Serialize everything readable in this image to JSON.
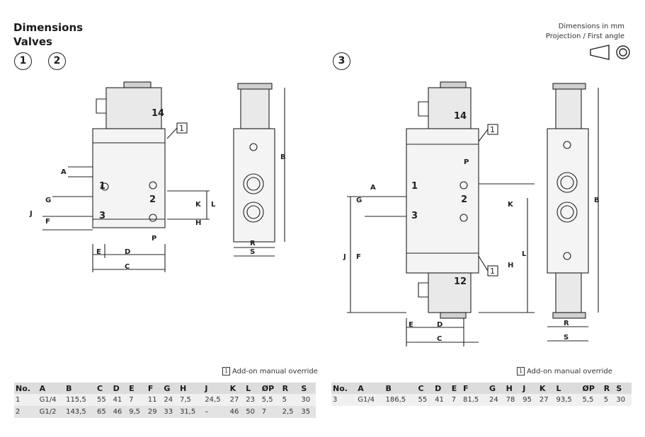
{
  "header": {
    "title_line1": "Dimensions",
    "title_line2": "Valves",
    "badges_left": [
      "1",
      "2"
    ],
    "badge_right": "3",
    "info_line1": "Dimensions in mm",
    "info_line2": "Projection / First angle"
  },
  "drawing_left": {
    "coil_label": "14",
    "callout": "1",
    "ports": [
      "1",
      "2",
      "3"
    ],
    "dims": [
      "A",
      "G",
      "J",
      "F",
      "E",
      "D",
      "C",
      "P",
      "K",
      "L",
      "H",
      "B",
      "R",
      "S"
    ]
  },
  "drawing_right": {
    "coil_top_label": "14",
    "coil_bottom_label": "12",
    "callouts": [
      "1",
      "1"
    ],
    "ports": [
      "1",
      "2",
      "3"
    ],
    "dims": [
      "A",
      "G",
      "J",
      "F",
      "E",
      "D",
      "C",
      "P",
      "K",
      "L",
      "H",
      "B",
      "R",
      "S"
    ]
  },
  "note_left": {
    "box": "1",
    "text": "Add-on manual override"
  },
  "note_right": {
    "box": "1",
    "text": "Add-on manual override"
  },
  "table_left": {
    "headers": [
      "No.",
      "A",
      "B",
      "C",
      "D",
      "E",
      "F",
      "G",
      "H",
      "J",
      "K",
      "L",
      "ØP",
      "R",
      "S"
    ],
    "rows": [
      [
        "1",
        "G1/4",
        "115,5",
        "55",
        "41",
        "7",
        "11",
        "24",
        "7,5",
        "24,5",
        "27",
        "23",
        "5,5",
        "5",
        "30"
      ],
      [
        "2",
        "G1/2",
        "143,5",
        "65",
        "46",
        "9,5",
        "29",
        "33",
        "31,5",
        "–",
        "46",
        "50",
        "7",
        "2,5",
        "35"
      ]
    ]
  },
  "table_right": {
    "headers": [
      "No.",
      "A",
      "B",
      "C",
      "D",
      "E",
      "F",
      "G",
      "H",
      "J",
      "K",
      "L",
      "ØP",
      "R",
      "S"
    ],
    "rows": [
      [
        "3",
        "G1/4",
        "186,5",
        "55",
        "41",
        "7",
        "81,5",
        "24",
        "78",
        "95",
        "27",
        "93,5",
        "5,5",
        "5",
        "30"
      ]
    ]
  }
}
